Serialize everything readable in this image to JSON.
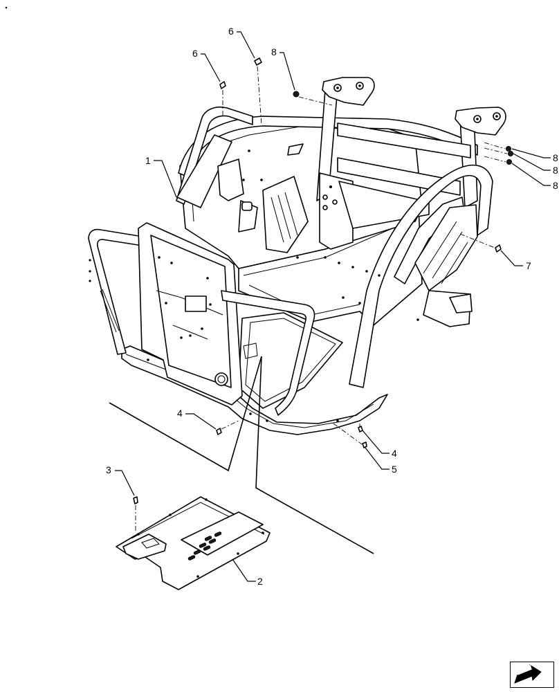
{
  "diagram": {
    "callouts": [
      {
        "id": "c1",
        "label": "1"
      },
      {
        "id": "c2",
        "label": "2"
      },
      {
        "id": "c3",
        "label": "3"
      },
      {
        "id": "c4a",
        "label": "4"
      },
      {
        "id": "c4b",
        "label": "4"
      },
      {
        "id": "c5",
        "label": "5"
      },
      {
        "id": "c6a",
        "label": "6"
      },
      {
        "id": "c6b",
        "label": "6"
      },
      {
        "id": "c7",
        "label": "7"
      },
      {
        "id": "c8a",
        "label": "8"
      },
      {
        "id": "c8b",
        "label": "8"
      },
      {
        "id": "c8c",
        "label": "8"
      },
      {
        "id": "c8d",
        "label": "8"
      }
    ]
  },
  "icons": {
    "navigation": "next-page-arrow-icon"
  }
}
